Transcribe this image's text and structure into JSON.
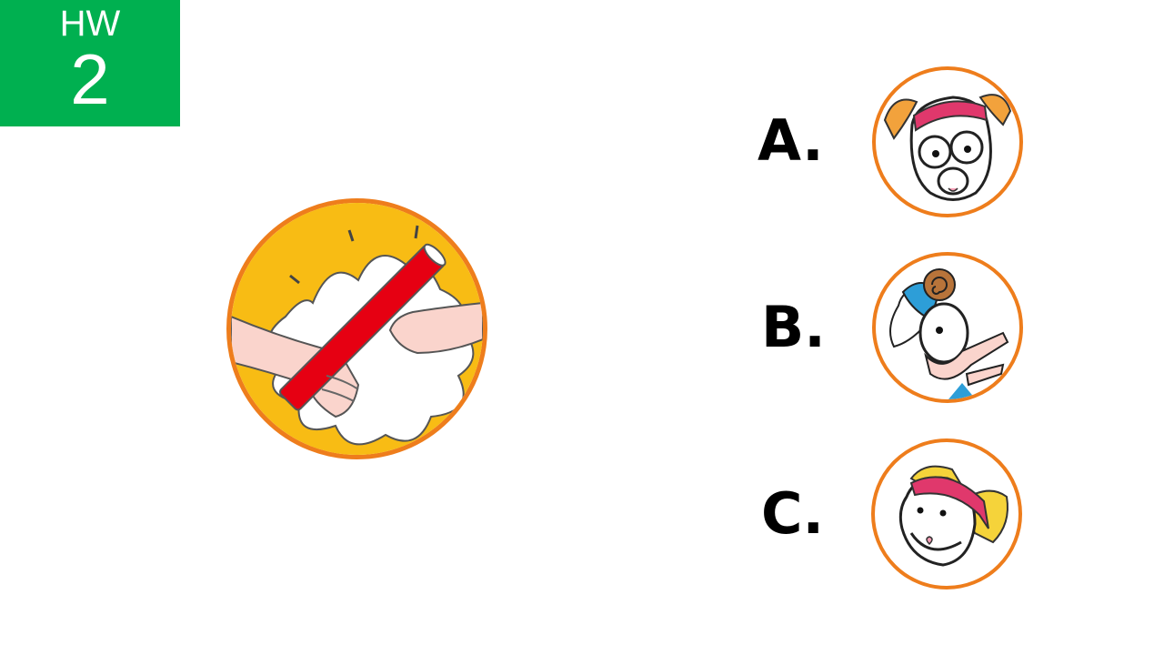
{
  "badge": {
    "label": "HW",
    "number": "2",
    "color": "#00b050"
  },
  "prompt_image": {
    "icon": "relay-baton-handoff-icon",
    "description": "two hands passing a red relay baton"
  },
  "options": [
    {
      "letter": "A.",
      "icon": "surprised-girl-headband-icon"
    },
    {
      "letter": "B.",
      "icon": "startled-boy-cap-reaching-icon"
    },
    {
      "letter": "C.",
      "icon": "laughing-blonde-girl-headband-icon"
    }
  ],
  "colors": {
    "ring": "#ee7d1c",
    "yellow": "#f8bc14",
    "baton": "#e60012",
    "skin": "#fad4cc"
  }
}
